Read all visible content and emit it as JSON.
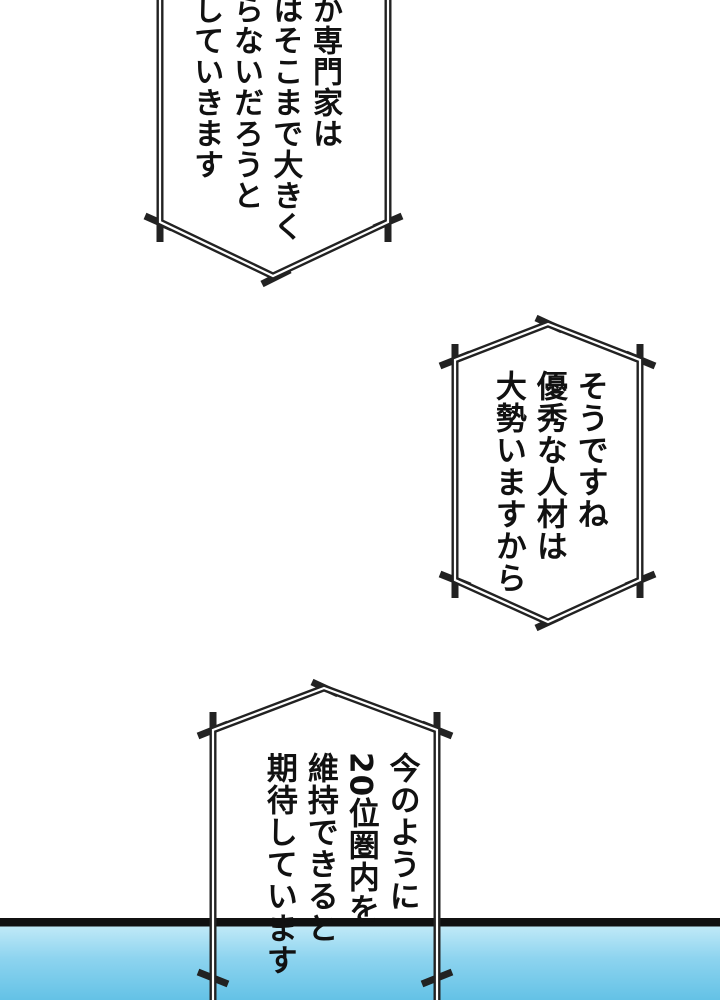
{
  "bubbles": [
    {
      "lines": [
        "か専門家は",
        "はそこまで大きく",
        "らないだろうと",
        "していきます"
      ]
    },
    {
      "lines": [
        "そうですね",
        "優秀な人材は",
        "大勢いますから"
      ]
    },
    {
      "lines": [
        "今のように",
        "20位圏内を",
        "維持できると",
        "期待しています"
      ]
    }
  ],
  "colors": {
    "background": "#ffffff",
    "text": "#111111",
    "frame": "#222222",
    "sky": "#8ed4ef"
  }
}
